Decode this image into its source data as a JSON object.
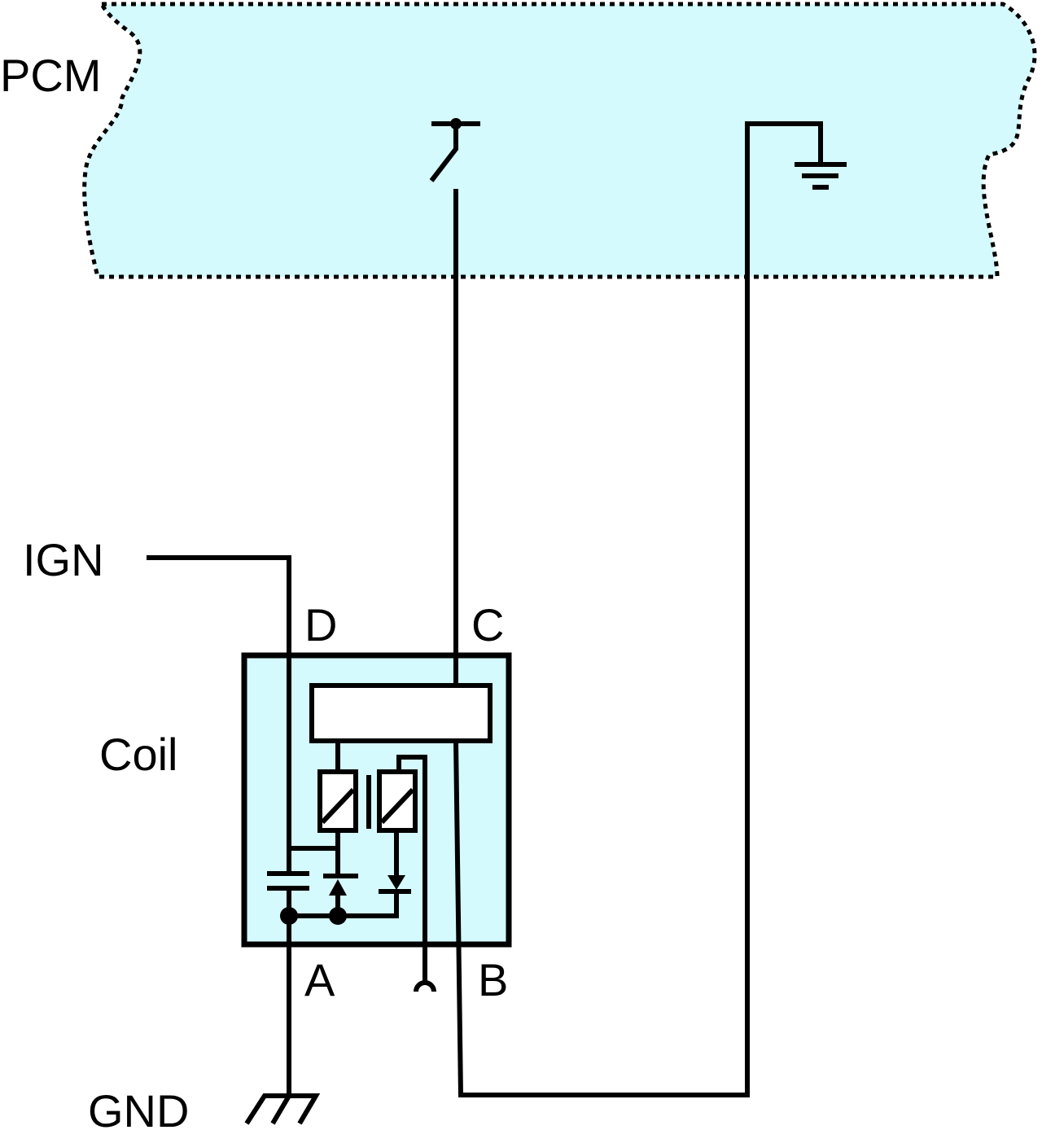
{
  "colors": {
    "module_fill": "#d5fafd",
    "line": "#000000"
  },
  "labels": {
    "pcm": "PCM",
    "ign": "IGN",
    "coil": "Coil",
    "gnd": "GND",
    "pin_a": "A",
    "pin_b": "B",
    "pin_c": "C",
    "pin_d": "D"
  },
  "icons": [
    "switch-icon",
    "ground-icon",
    "chassis-ground-icon",
    "capacitor-icon",
    "diode-icon",
    "coil-icon",
    "connector-jack-icon"
  ]
}
